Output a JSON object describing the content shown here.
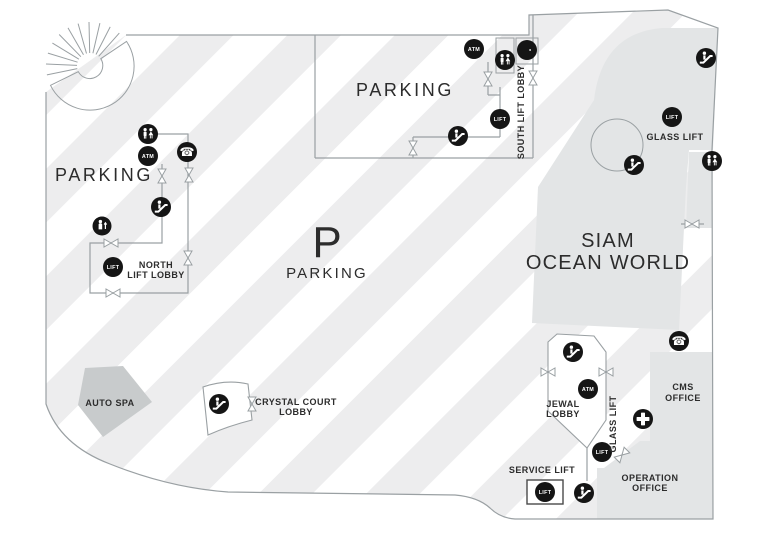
{
  "map_labels": {
    "parking_left": "PARKING",
    "parking_top": "PARKING",
    "parking_big_p": "P",
    "parking_center": "PARKING",
    "north_lobby_line1": "NORTH",
    "north_lobby_line2": "LIFT LOBBY",
    "south_lobby": "SOUTH LIFT LOBBY",
    "glass_lift_top": "GLASS LIFT",
    "glass_lift_bottom": "GLASS LIFT",
    "ocean_line1": "SIAM",
    "ocean_line2": "OCEAN WORLD",
    "auto_spa": "AUTO SPA",
    "crystal_line1": "CRYSTAL COURT",
    "crystal_line2": "LOBBY",
    "jewal_line1": "JEWAL",
    "jewal_line2": "LOBBY",
    "cms_line1": "CMS",
    "cms_line2": "OFFICE",
    "operation_line1": "OPERATION",
    "operation_line2": "OFFICE",
    "service_lift": "SERVICE LIFT"
  },
  "badges": {
    "lift": "LIFT",
    "atm": "ATM"
  },
  "glyphs": {
    "phone": "☎"
  },
  "icon_names": [
    "restroom-icon",
    "atm-icon",
    "lift-icon",
    "phone-icon",
    "escalator-icon",
    "prayer-room-icon",
    "first-aid-icon",
    "valet-icon",
    "door-marker",
    "spiral-staircase"
  ],
  "colors": {
    "wall": "#9aa0a3",
    "block_gray": "#e3e5e6",
    "auto_spa_gray": "#c8cbcc",
    "stripe": "#ededee",
    "icon_bg": "#151515",
    "text": "#2c2c2c"
  }
}
